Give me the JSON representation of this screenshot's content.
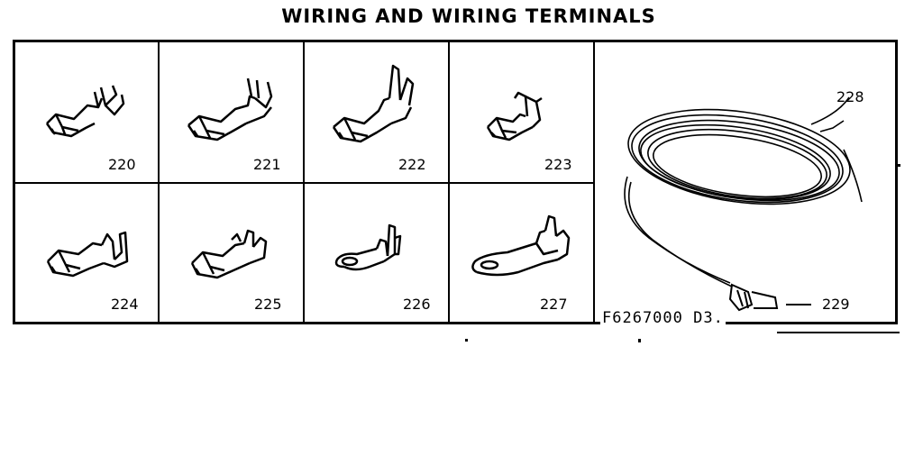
{
  "title": "WIRING AND WIRING TERMINALS",
  "parts": [
    {
      "id": "220"
    },
    {
      "id": "221"
    },
    {
      "id": "222"
    },
    {
      "id": "223"
    },
    {
      "id": "224"
    },
    {
      "id": "225"
    },
    {
      "id": "226"
    },
    {
      "id": "227"
    }
  ],
  "wire": {
    "coil_label": "228",
    "nut_label": "229"
  },
  "drawing_code": "F6267000 D3."
}
